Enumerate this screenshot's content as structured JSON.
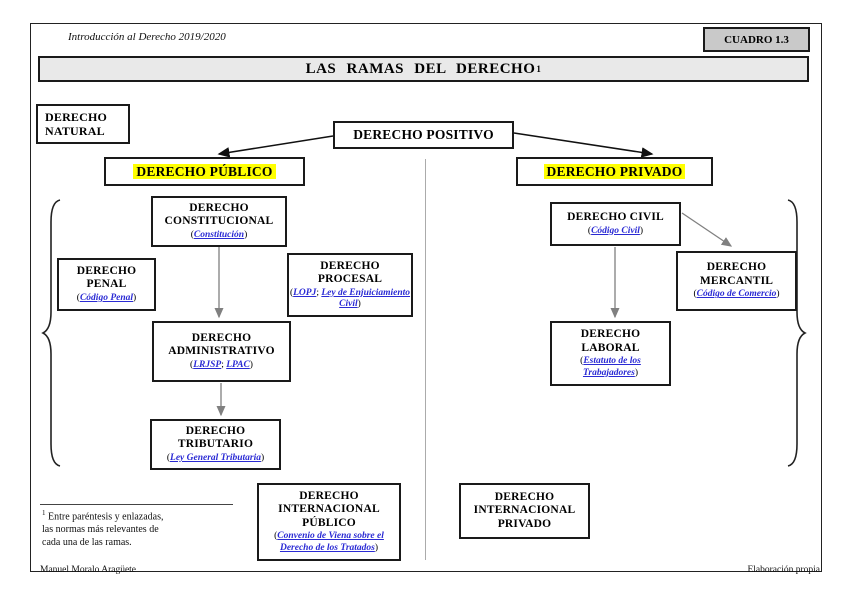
{
  "page": {
    "course_header": "Introducción al Derecho 2019/2020",
    "badge": "CUADRO 1.3",
    "title": "LAS RAMAS DEL DERECHO",
    "title_sup": "1"
  },
  "colors": {
    "highlight_yellow": "#ffff00",
    "link_blue": "#2a2ad4",
    "arrow_gray": "#808080",
    "arrow_black": "#111111",
    "title_bar_fill": "#e9e9e9",
    "badge_fill": "#c9c9c9"
  },
  "nodes": {
    "natural": {
      "line1": "DERECHO",
      "line2": "NATURAL"
    },
    "positivo": {
      "label": "DERECHO POSITIVO"
    },
    "publico": {
      "label": "DERECHO PÚBLICO"
    },
    "privado": {
      "label": "DERECHO PRIVADO"
    },
    "constitucional": {
      "line1": "DERECHO",
      "line2": "CONSTITUCIONAL",
      "citation": [
        {
          "text": "(",
          "link": false
        },
        {
          "text": "Constitución",
          "link": true
        },
        {
          "text": ")",
          "link": false
        }
      ]
    },
    "penal": {
      "line1": "DERECHO",
      "line2": "PENAL",
      "citation": [
        {
          "text": "(",
          "link": false
        },
        {
          "text": "Código Penal",
          "link": true
        },
        {
          "text": ")",
          "link": false
        }
      ]
    },
    "procesal": {
      "line1": "DERECHO",
      "line2": "PROCESAL",
      "citation": [
        {
          "text": "(",
          "link": false
        },
        {
          "text": "LOPJ",
          "link": true
        },
        {
          "text": "; ",
          "link": false
        },
        {
          "text": "Ley de Enjuiciamiento Civil",
          "link": true
        },
        {
          "text": ")",
          "link": false
        }
      ]
    },
    "administrativo": {
      "line1": "DERECHO",
      "line2": "ADMINISTRATIVO",
      "citation": [
        {
          "text": "(",
          "link": false
        },
        {
          "text": "LRJSP",
          "link": true
        },
        {
          "text": "; ",
          "link": false
        },
        {
          "text": "LPAC",
          "link": true
        },
        {
          "text": ")",
          "link": false
        }
      ]
    },
    "tributario": {
      "line1": "DERECHO",
      "line2": "TRIBUTARIO",
      "citation": [
        {
          "text": "(",
          "link": false
        },
        {
          "text": "Ley General Tributaria",
          "link": true
        },
        {
          "text": ")",
          "link": false
        }
      ]
    },
    "int_publico": {
      "line1": "DERECHO",
      "line2": "INTERNACIONAL",
      "line3": "PÚBLICO",
      "citation": [
        {
          "text": "(",
          "link": false
        },
        {
          "text": "Convenio de Viena sobre el Derecho de los Tratados",
          "link": true
        },
        {
          "text": ")",
          "link": false
        }
      ]
    },
    "civil": {
      "line1": "DERECHO CIVIL",
      "citation": [
        {
          "text": "(",
          "link": false
        },
        {
          "text": "Código Civil",
          "link": true
        },
        {
          "text": ")",
          "link": false
        }
      ]
    },
    "mercantil": {
      "line1": "DERECHO",
      "line2": "MERCANTIL",
      "citation": [
        {
          "text": "(",
          "link": false
        },
        {
          "text": "Código de Comercio",
          "link": true
        },
        {
          "text": ")",
          "link": false
        }
      ]
    },
    "laboral": {
      "line1": "DERECHO",
      "line2": "LABORAL",
      "citation": [
        {
          "text": "(",
          "link": false
        },
        {
          "text": "Estatuto de los Trabajadores",
          "link": true
        },
        {
          "text": ")",
          "link": false
        }
      ]
    },
    "int_privado": {
      "line1": "DERECHO",
      "line2": "INTERNACIONAL",
      "line3": "PRIVADO"
    }
  },
  "footnote": {
    "mark": "1",
    "line1": " Entre paréntesis y enlazadas,",
    "line2": "las normas más relevantes de",
    "line3": "cada una de las ramas."
  },
  "footer": {
    "author": "Manuel Moralo Aragüete",
    "credit": "Elaboración propia"
  }
}
